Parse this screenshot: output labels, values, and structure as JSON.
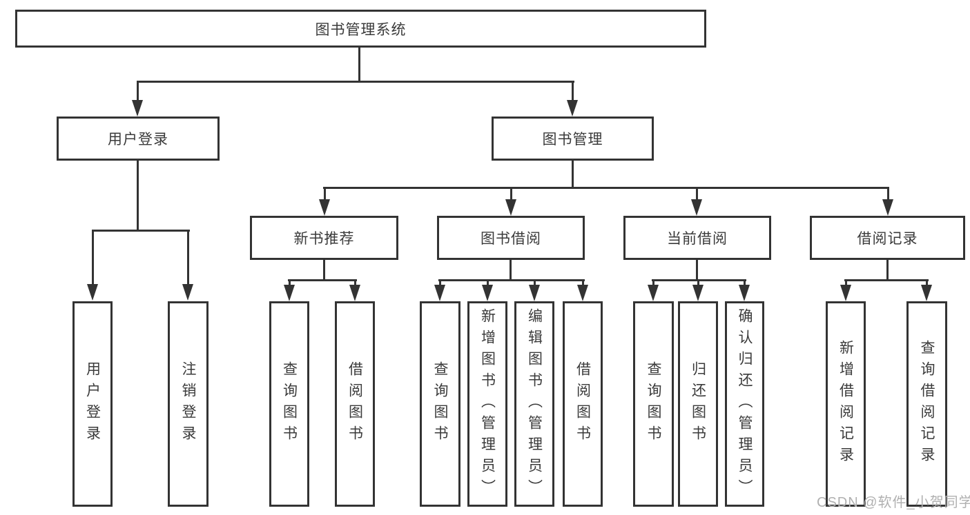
{
  "diagram": {
    "root": {
      "label": "图书管理系统"
    },
    "level2": [
      {
        "label": "用户登录"
      },
      {
        "label": "图书管理"
      }
    ],
    "level3": [
      {
        "label": "新书推荐"
      },
      {
        "label": "图书借阅"
      },
      {
        "label": "当前借阅"
      },
      {
        "label": "借阅记录"
      }
    ],
    "leaves": [
      {
        "label": "用户登录"
      },
      {
        "label": "注销登录"
      },
      {
        "label": "查询图书"
      },
      {
        "label": "借阅图书"
      },
      {
        "label": "查询图书"
      },
      {
        "label": "新增图书（管理员）"
      },
      {
        "label": "编辑图书（管理员）"
      },
      {
        "label": "借阅图书"
      },
      {
        "label": "查询图书"
      },
      {
        "label": "归还图书"
      },
      {
        "label": "确认归还（管理员）"
      },
      {
        "label": "新增借阅记录"
      },
      {
        "label": "查询借阅记录"
      }
    ]
  },
  "watermark": "CSDN @软件_小贺同学",
  "colors": {
    "line": "#333333",
    "text": "#3a3a3a",
    "watermark": "#b0b0b0",
    "background": "#ffffff"
  }
}
